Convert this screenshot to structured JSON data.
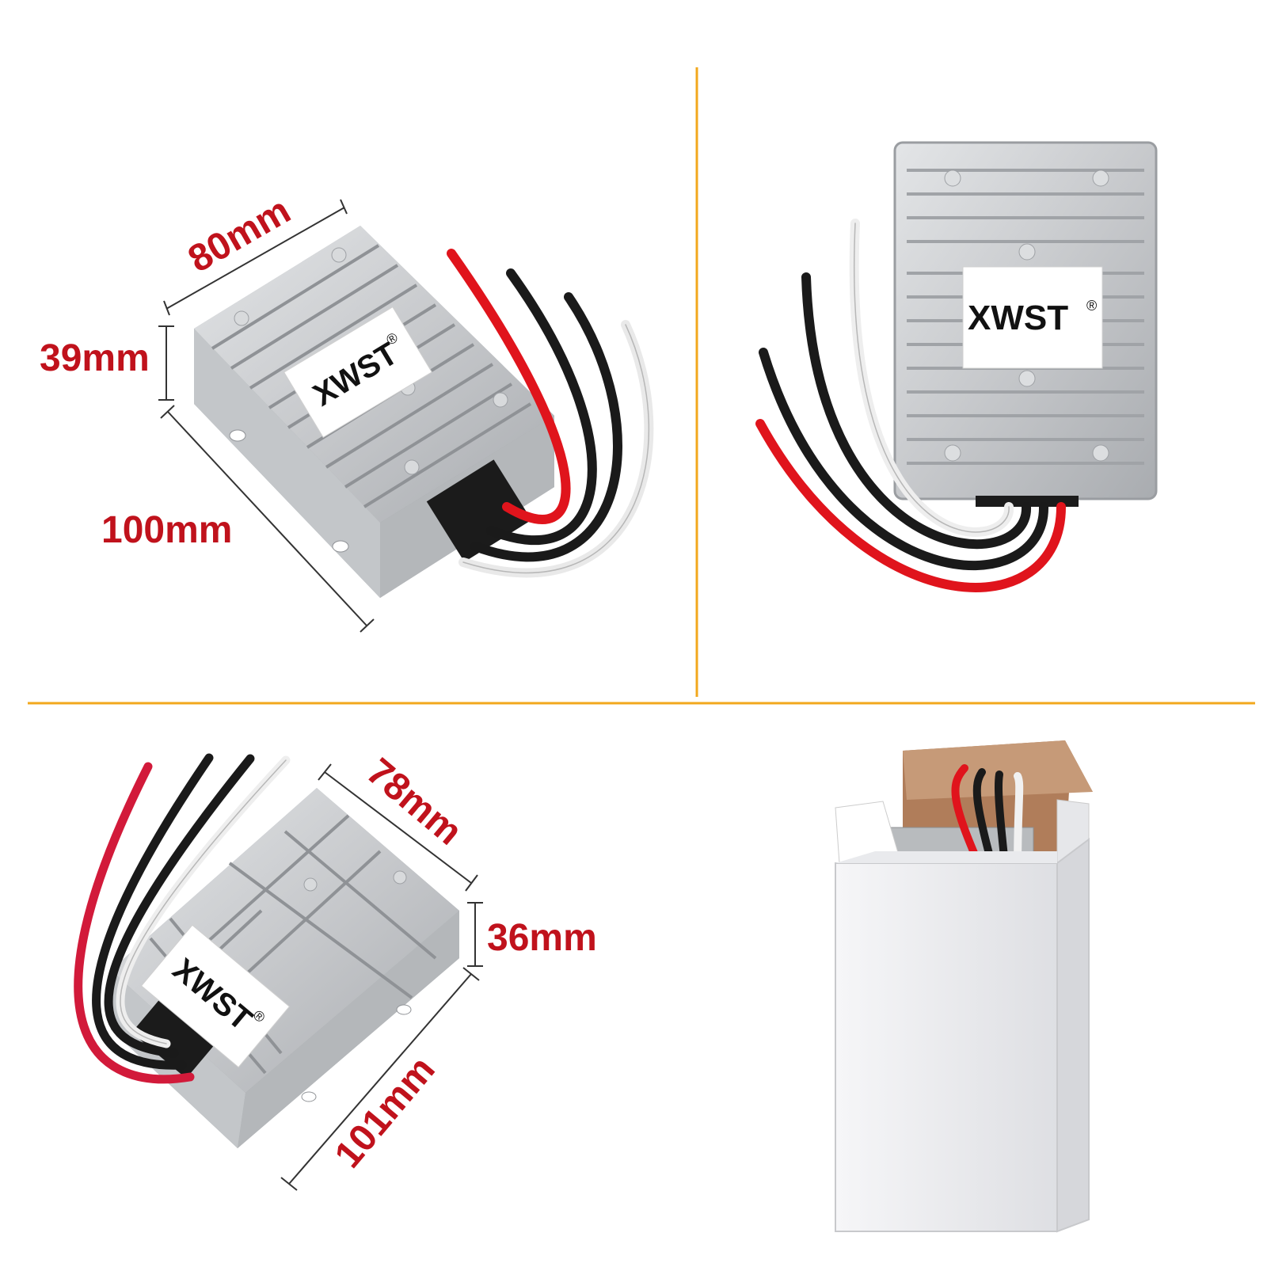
{
  "brand": {
    "name": "XWST",
    "registered_mark": "®"
  },
  "panels": {
    "top_left": {
      "width_label": "80mm",
      "height_label": "39mm",
      "length_label": "100mm"
    },
    "bottom_left": {
      "width_label": "78mm",
      "height_label": "36mm",
      "length_label": "101mm"
    }
  },
  "colors": {
    "divider": "#f2a81d",
    "dimension_text": "#c0121c",
    "housing": "#c9cbcd",
    "wire_red": "#e0141c",
    "wire_black": "#1a1a1a",
    "wire_white": "#f4f4f4",
    "box": "#ffffff",
    "cardboard": "#b07d5a"
  },
  "icons": [
    "dimension-arrow",
    "aluminum-heatsink-housing",
    "product-label",
    "wire-leads",
    "retail-box"
  ]
}
